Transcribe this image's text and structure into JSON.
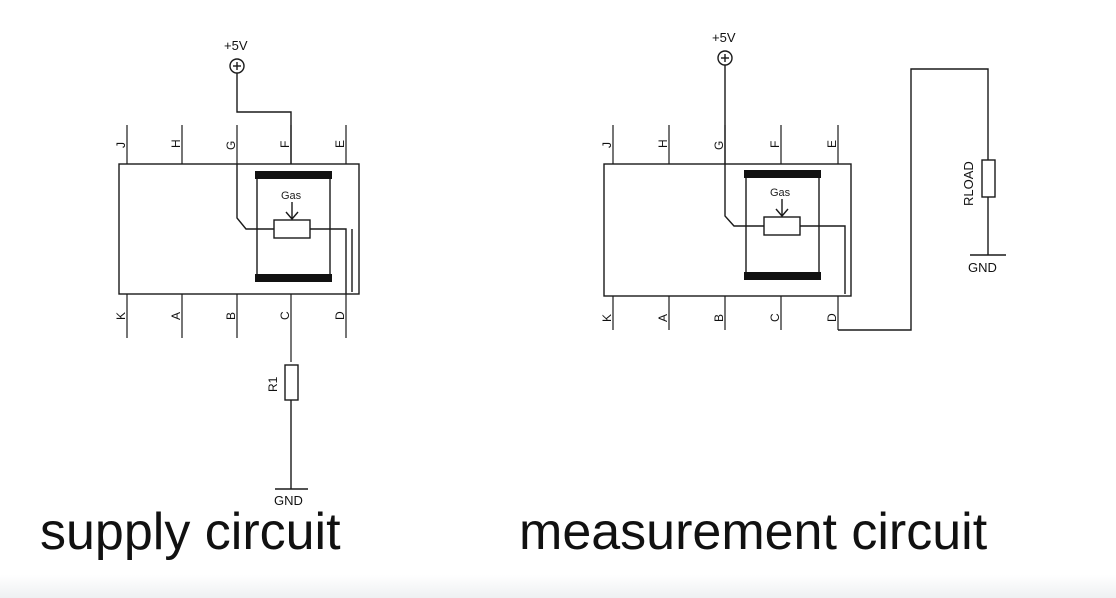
{
  "supply": {
    "caption": "supply circuit",
    "power_label": "+5V",
    "gnd_label": "GND",
    "resistor_label": "R1",
    "sensor_label": "Gas",
    "pins_top": [
      "J",
      "H",
      "G",
      "F",
      "E"
    ],
    "pins_bottom": [
      "K",
      "A",
      "B",
      "C",
      "D"
    ]
  },
  "measurement": {
    "caption": "measurement circuit",
    "power_label": "+5V",
    "gnd_label": "GND",
    "resistor_label": "RLOAD",
    "sensor_label": "Gas",
    "pins_top": [
      "J",
      "H",
      "G",
      "F",
      "E"
    ],
    "pins_bottom": [
      "K",
      "A",
      "B",
      "C",
      "D"
    ]
  }
}
